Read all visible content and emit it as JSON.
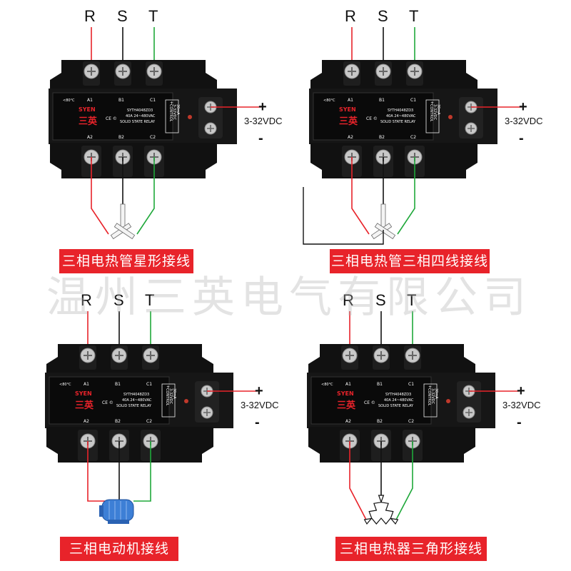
{
  "phases": [
    "R",
    "S",
    "T"
  ],
  "terminals": {
    "top": [
      "A1",
      "B1",
      "C1"
    ],
    "bottom": [
      "A2",
      "B2",
      "C2"
    ]
  },
  "temp": "<80°C",
  "brand": "SYEN",
  "brand_cn": "三英",
  "model": "SYTH4048ZD3",
  "spec": "40A 24~480VAC",
  "type": "SOLID STATE RELAY",
  "control": [
    "CONTROL",
    "3-32VDC",
    "30mA"
  ],
  "dc_plus": "+",
  "dc_minus": "-",
  "dc_label": "3-32VDC",
  "watermark": "温州三英电气有限公司",
  "panels": [
    {
      "caption": "三相电热管星形接线"
    },
    {
      "caption": "三相电热管三相四线接线"
    },
    {
      "caption": "三相电动机接线"
    },
    {
      "caption": "三相电热器三角形接线"
    }
  ],
  "colors": {
    "red": "#e8232a",
    "green": "#1fa83a",
    "black": "#111111",
    "body": "#151515"
  }
}
